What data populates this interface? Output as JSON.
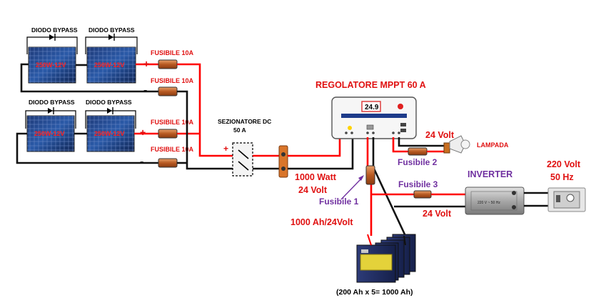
{
  "diagram": {
    "panels": {
      "rating": "250W-12V",
      "bypass_label": "DIODO BYPASS"
    },
    "fuses": {
      "string_fuse": "FUSIBILE 10A",
      "fuse1": "Fusibile 1",
      "fuse2": "Fusibile 2",
      "fuse3": "Fusibile 3"
    },
    "disconnector": {
      "line1": "SEZIONATORE DC",
      "line2": "50 A"
    },
    "regulator": {
      "title": "REGOLATORE MPPT 60 A",
      "display": "24.9"
    },
    "load": {
      "voltage": "24 Volt",
      "lamp": "LAMPADA"
    },
    "inverter": {
      "title": "INVERTER",
      "output_voltage": "24 Volt",
      "ac_voltage": "220 Volt",
      "ac_freq": "50 Hz",
      "body_text": "220 V ~ 50 Hz"
    },
    "pv_array": {
      "power": "1000 Watt",
      "voltage": "24 Volt"
    },
    "battery": {
      "capacity": "1000 Ah/24Volt",
      "formula": "(200 Ah x 5= 1000 Ah)"
    },
    "signs": {
      "plus": "+",
      "minus": "-"
    },
    "colors": {
      "positive_wire": "#ff0000",
      "negative_wire": "#111111",
      "fuse_label_purple": "#7030a0"
    }
  }
}
